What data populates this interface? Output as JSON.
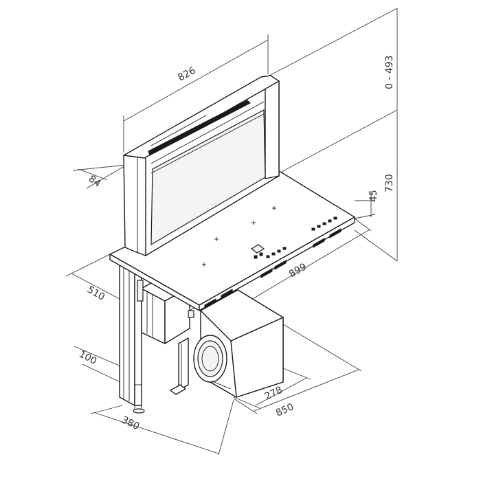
{
  "dimensions": {
    "width_top": "826",
    "depth_top": "84",
    "height_adjust": "0 - 493",
    "total_height": "730",
    "hob_thickness": "45",
    "hob_width": "899",
    "hob_depth": "510",
    "duct_offset": "100",
    "motor_depth": "278",
    "motor_width": "850",
    "column_depth": "380"
  }
}
